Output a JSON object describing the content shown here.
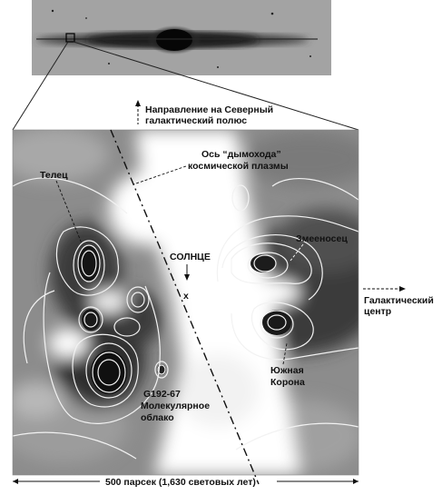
{
  "labels": {
    "north_direction_line1": "Направление на Северный",
    "north_direction_line2": "галактический полюс",
    "chimney_axis_line1": "Ось “дымохода”",
    "chimney_axis_line2": "космической плазмы",
    "taurus": "Телец",
    "sun": "СОЛНЦЕ",
    "sun_marker": "x",
    "ophiuchus": "Змееносец",
    "galactic_center_line1": "Галактический",
    "galactic_center_line2": "центр",
    "south_corona_line1": "Южная",
    "south_corona_line2": "Корона",
    "cloud_id": "G192-67",
    "cloud_line1": "Молекулярное",
    "cloud_line2": "облако",
    "scale_bar": "500 парсек (1,630 световых лет)"
  },
  "colors": {
    "background": "#ffffff",
    "dark_region": "#2a2a2a",
    "mid_gray": "#8c8c8c",
    "contour": "#f2f2f2",
    "ink": "#111111"
  }
}
